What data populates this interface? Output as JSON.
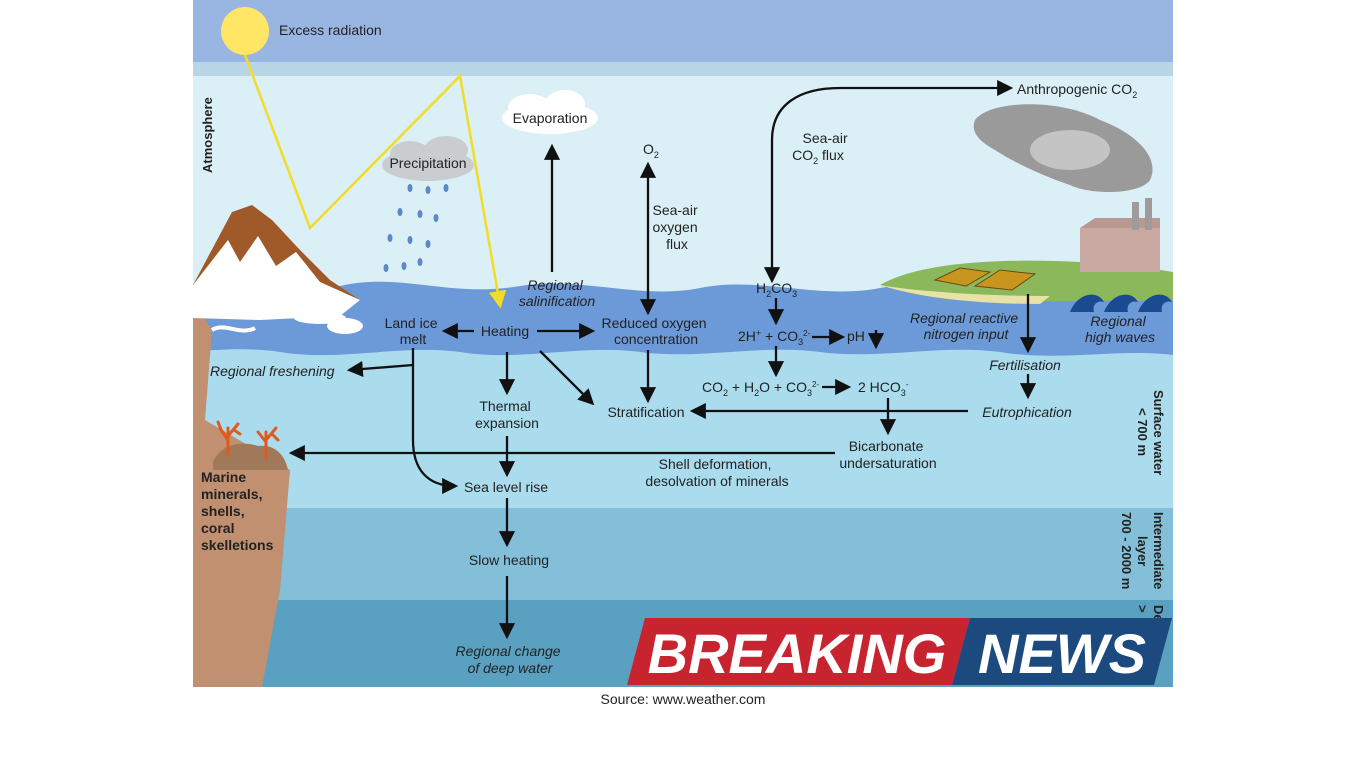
{
  "diagram": {
    "excess_radiation": "Excess radiation",
    "atmosphere": "Atmosphere",
    "evaporation": "Evaporation",
    "precipitation": "Precipitation",
    "o2": "O",
    "o2_sub": "2",
    "sea_air_oxygen": [
      "Sea-air",
      "oxygen",
      "flux"
    ],
    "sea_air_co2": [
      "Sea-air",
      "CO",
      "2",
      " flux"
    ],
    "anthropogenic_co2": [
      "Anthropogenic CO",
      "2"
    ],
    "regional_salinification": [
      "Regional",
      "salinification"
    ],
    "h2co3": [
      "H",
      "2",
      "CO",
      "3"
    ],
    "land_ice_melt": [
      "Land ice",
      "melt"
    ],
    "heating": "Heating",
    "reduced_oxygen": [
      "Reduced oxygen",
      "concentration"
    ],
    "ion_eq": [
      "2H",
      "+",
      " + CO",
      "3",
      "2-"
    ],
    "ph": "pH",
    "regional_reactive_nitrogen": [
      "Regional reactive",
      "nitrogen input"
    ],
    "regional_high_waves": [
      "Regional",
      "high waves"
    ],
    "regional_freshening": "Regional freshening",
    "co2_eq": [
      "CO",
      "2",
      " + H",
      "2",
      "O + CO",
      "3",
      "2-"
    ],
    "hco3": [
      "2 HCO",
      "3",
      "-"
    ],
    "fertilisation": "Fertilisation",
    "thermal_expansion": [
      "Thermal",
      "expansion"
    ],
    "stratification": "Stratification",
    "eutrophication": "Eutrophication",
    "bicarbonate": [
      "Bicarbonate",
      "undersaturation"
    ],
    "marine_minerals": [
      "Marine",
      "minerals,",
      "shells,",
      "coral",
      "skelletions"
    ],
    "shell_deformation": [
      "Shell deformation,",
      "desolvation of minerals"
    ],
    "sea_level_rise": "Sea level rise",
    "slow_heating": "Slow heating",
    "regional_change": [
      "Regional change",
      "of deep water"
    ],
    "surface_water": [
      "Surface water",
      "< 700 m"
    ],
    "intermediate_layer": [
      "Intermediate",
      "layer",
      "700 - 2000 m"
    ],
    "deep_partial": [
      "De",
      "> "
    ]
  },
  "banner": {
    "word1": "BREAKING",
    "word2": "NEWS"
  },
  "source": "Source: www.weather.com",
  "colors": {
    "sky": "#99b6e3",
    "atmosphere": "#daf0f6",
    "surface_band": "#6c9ad8",
    "surface_water": "#abdcee",
    "intermediate": "#83bfd9",
    "deep": "#5aa0c0",
    "cliff": "#c09070",
    "sun": "#ffe664",
    "sun_ray": "#f2dc28",
    "banner_red": "#c8242f",
    "banner_blue": "#1c4a7e"
  }
}
